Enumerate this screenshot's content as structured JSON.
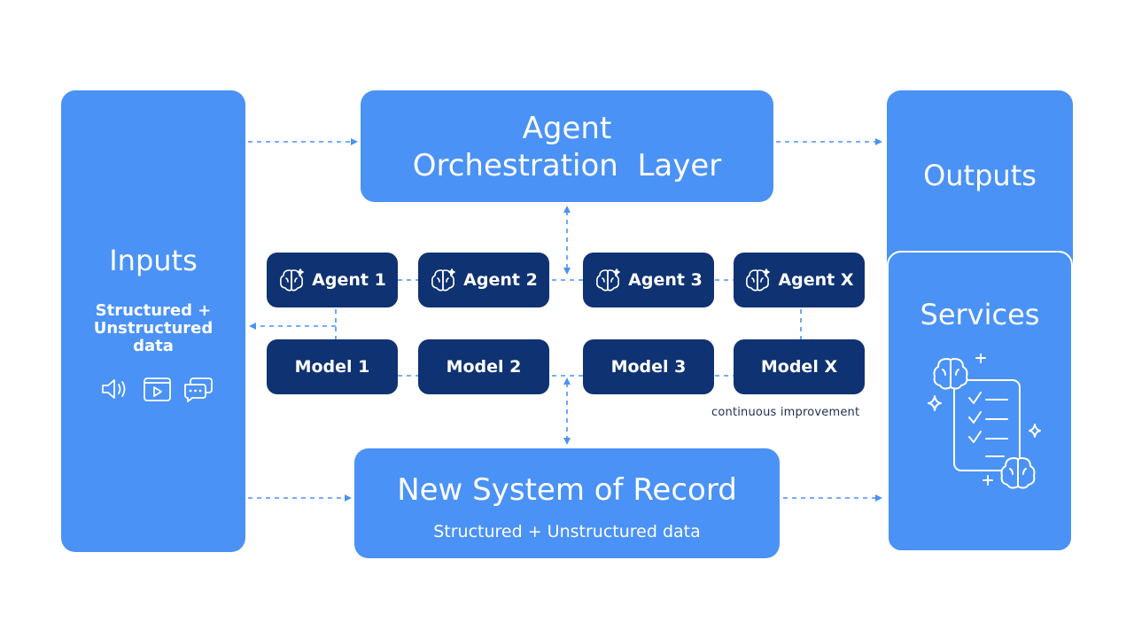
{
  "inputs": {
    "title": "Inputs",
    "subtitle_lines": [
      "Structured +",
      "Unstructured",
      "data"
    ],
    "icons": [
      "speaker-icon",
      "video-player-icon",
      "chat-icon"
    ]
  },
  "orchestration": {
    "title_lines": [
      "Agent",
      "Orchestration  Layer"
    ]
  },
  "agents": [
    {
      "label": "Agent 1",
      "icon": "brain-icon"
    },
    {
      "label": "Agent 2",
      "icon": "brain-icon"
    },
    {
      "label": "Agent 3",
      "icon": "brain-icon"
    },
    {
      "label": "Agent X",
      "icon": "brain-icon"
    }
  ],
  "models": [
    {
      "label": "Model 1"
    },
    {
      "label": "Model 2"
    },
    {
      "label": "Model 3"
    },
    {
      "label": "Model X"
    }
  ],
  "caption": "continuous improvement",
  "system_of_record": {
    "title": "New System of Record",
    "subtitle": "Structured + Unstructured data"
  },
  "outputs": {
    "title": "Outputs"
  },
  "services": {
    "title": "Services",
    "icons": [
      "brain-icon",
      "checklist-icon",
      "sparkle-icon",
      "plus-icon"
    ]
  },
  "colors": {
    "box_blue": "#4a92f5",
    "pill_navy": "#0f3272",
    "connector": "#4a92f5",
    "background": "#ffffff"
  }
}
